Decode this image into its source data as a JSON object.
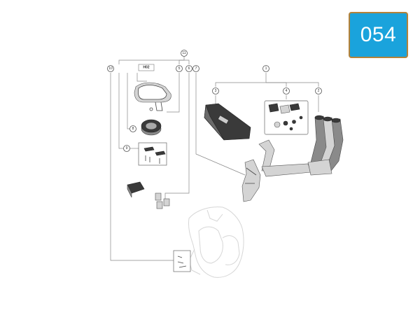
{
  "page_badge": {
    "number": "054",
    "color": "#1aa3dc",
    "border_color": "#b3823a"
  },
  "callouts": {
    "c1": "1",
    "c2": "2",
    "c3": "3",
    "c4": "4",
    "c5": "5",
    "c6": "6",
    "c7": "7",
    "c8": "8",
    "c9": "9",
    "c10": "10",
    "c11": "11"
  },
  "labels": {
    "tail_cover_code": "H02"
  },
  "colors": {
    "line": "#888888",
    "part_dark": "#3a3a3a",
    "ghost": "#d6d6d6"
  }
}
